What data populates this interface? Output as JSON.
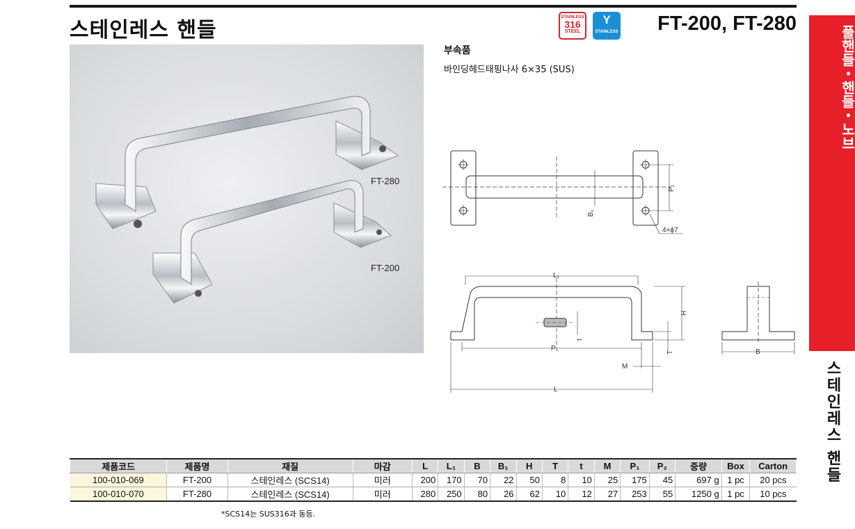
{
  "header": {
    "title": "스테인레스 핸들",
    "model": "FT-200, FT-280"
  },
  "badges": {
    "steel": {
      "line1": "STAINLESS",
      "line2": "316",
      "line3": "STEEL",
      "color": "#d8232a"
    },
    "stainless": {
      "symbol": "Y",
      "label": "STAINLESS",
      "color": "#1a8fd6"
    }
  },
  "photo": {
    "label_large": "FT-280",
    "label_small": "FT-200"
  },
  "accessory": {
    "title": "부속품",
    "text": "바인딩헤드태핑나사 6×35 (SUS)"
  },
  "drawing_labels": {
    "b1": "B₁",
    "p2": "P₂",
    "hole": "4×ϕ7",
    "l1": "L₁",
    "h": "H",
    "t_small": "t",
    "t_big": "T",
    "p1": "P₁",
    "m": "M",
    "l": "L",
    "b": "B"
  },
  "sidebar": {
    "category": "풀핸들・핸들・노브",
    "subcategory": "스테인레스 핸들",
    "accent_color": "#e8202a"
  },
  "table": {
    "headers": [
      "제품코드",
      "제품명",
      "재질",
      "마감",
      "L",
      "L₁",
      "B",
      "B₁",
      "H",
      "T",
      "t",
      "M",
      "P₁",
      "P₂",
      "중량",
      "Box",
      "Carton"
    ],
    "rows": [
      [
        "100-010-069",
        "FT-200",
        "스테인레스 (SCS14)",
        "미러",
        "200",
        "170",
        "70",
        "22",
        "50",
        "8",
        "10",
        "25",
        "175",
        "45",
        "697 g",
        "1 pc",
        "20 pcs"
      ],
      [
        "100-010-070",
        "FT-280",
        "스테인레스 (SCS14)",
        "미러",
        "280",
        "250",
        "80",
        "26",
        "62",
        "10",
        "12",
        "27",
        "253",
        "55",
        "1250 g",
        "1 pc",
        "10 pcs"
      ]
    ]
  },
  "footnote": "*SCS14는 SUS316과 동등."
}
